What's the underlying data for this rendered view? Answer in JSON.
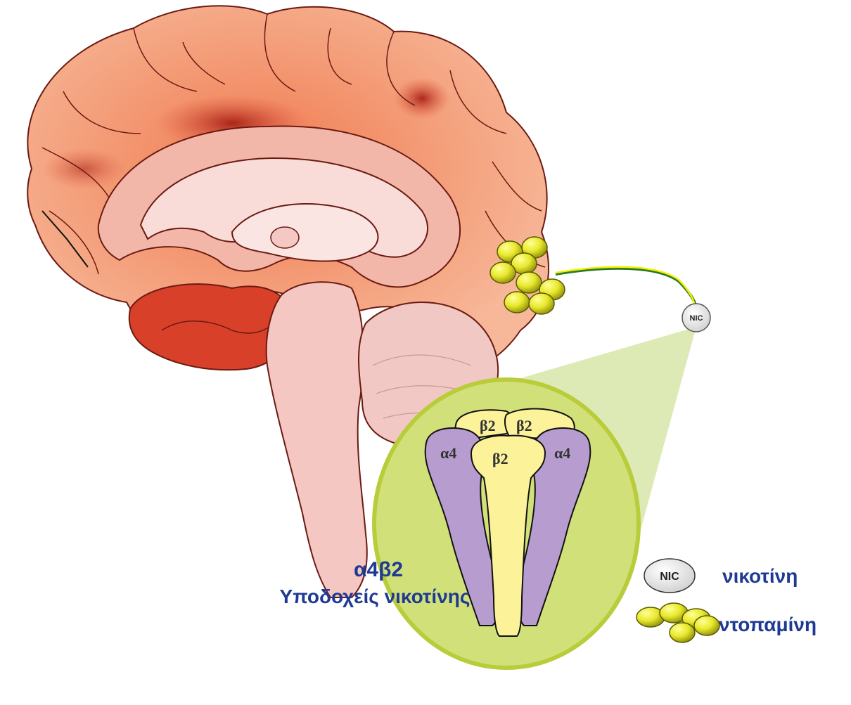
{
  "receptor": {
    "name": "α4β2",
    "subtitle": "Υποδοχείς νικοτίνης",
    "subunits": {
      "alpha_left": "α4",
      "alpha_right": "α4",
      "beta_top_left": "β2",
      "beta_top_right": "β2",
      "beta_center": "β2"
    }
  },
  "nicotine_marker": {
    "label": "NIC"
  },
  "legend": {
    "nicotine": {
      "symbol_label": "NIC",
      "text": "νικοτίνη"
    },
    "dopamine": {
      "text": "ντοπαμίνη"
    }
  },
  "colors": {
    "brain_outer": "#f4a27f",
    "brain_inner": "#f8d3cf",
    "brain_dark": "#b3261e",
    "magnifier_fill": "#d2e07a",
    "magnifier_border": "#b9cc3a",
    "alpha_subunit": "#b79ccf",
    "beta_subunit": "#fcf29a",
    "dopamine": "#e5e52a",
    "text_blue": "#1f3a93"
  }
}
